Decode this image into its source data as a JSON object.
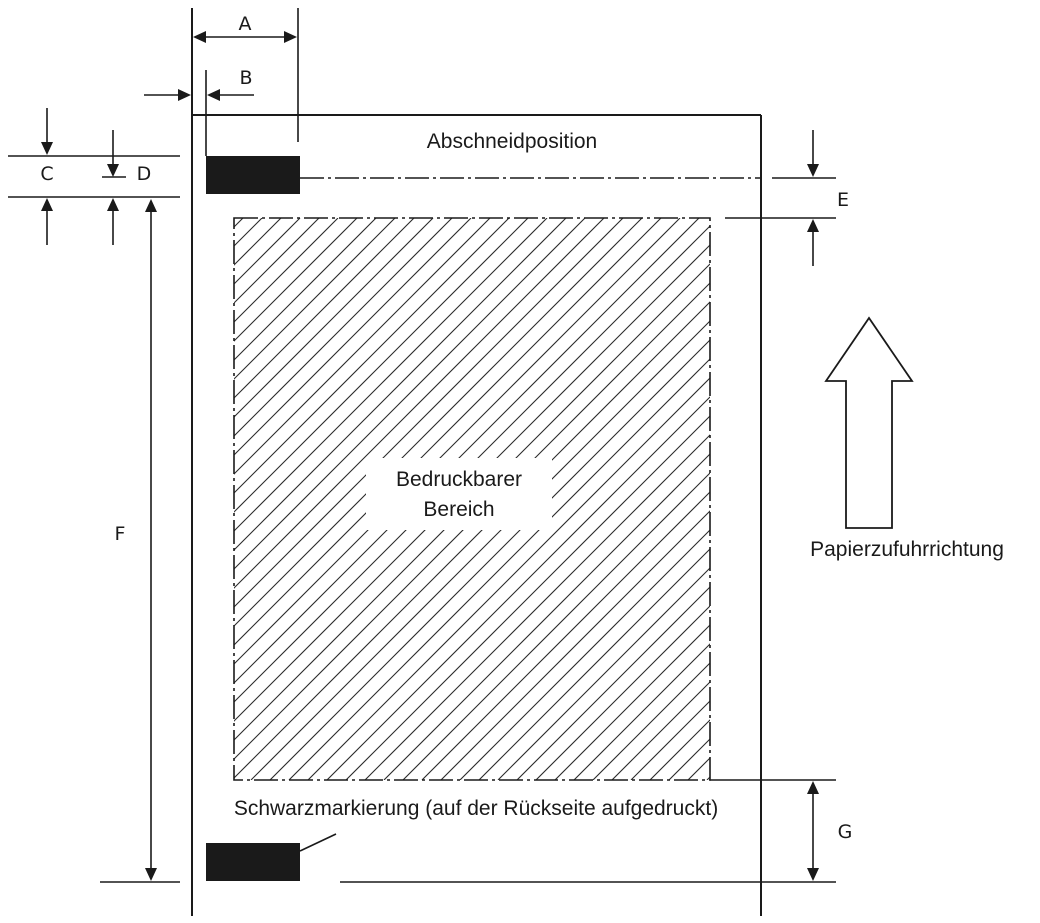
{
  "labels": {
    "a": "A",
    "b": "B",
    "c": "C",
    "d": "D",
    "e": "E",
    "f": "F",
    "g": "G"
  },
  "text": {
    "cut_position": "Abschneidposition",
    "printable_line1": "Bedruckbarer",
    "printable_line2": "Bereich",
    "feed_direction": "Papierzufuhrrichtung",
    "black_mark": "Schwarzmarkierung (auf der Rückseite aufgedruckt)"
  },
  "colors": {
    "ink": "#1a1a1a",
    "paper": "#ffffff"
  }
}
